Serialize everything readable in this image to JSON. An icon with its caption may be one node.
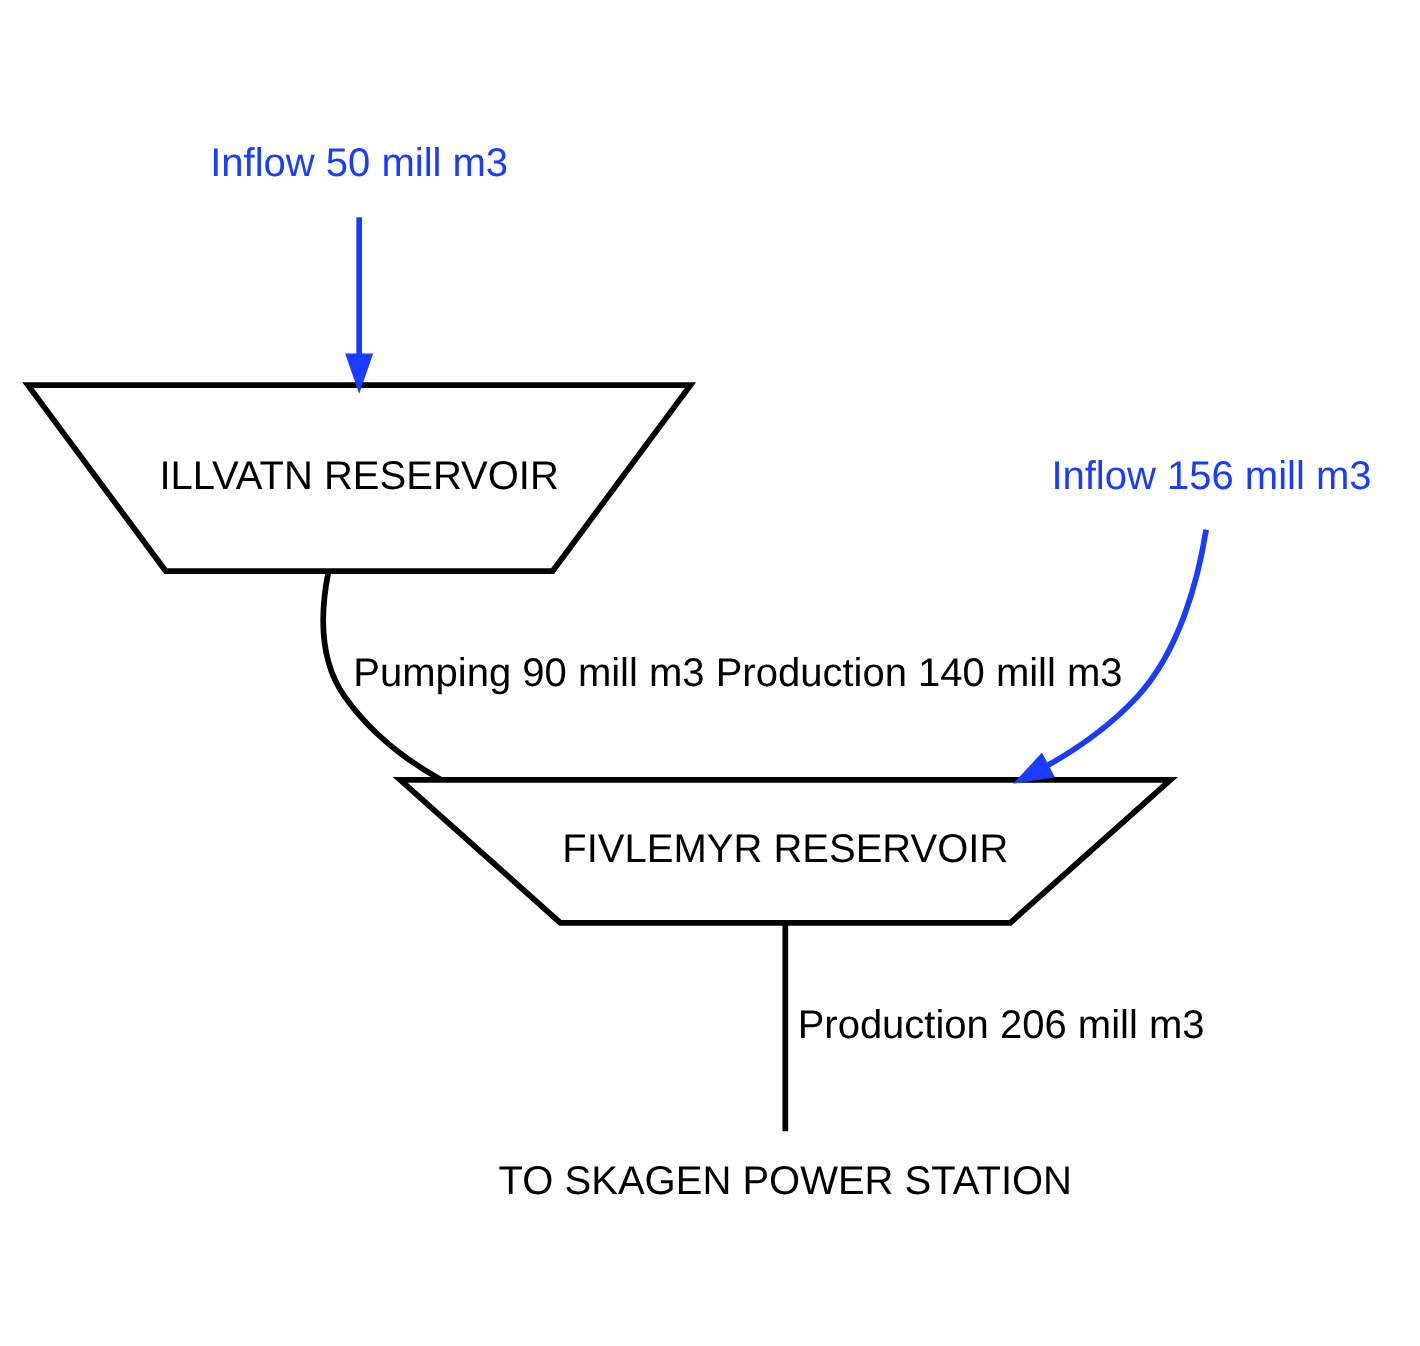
{
  "diagram": {
    "nodes": [
      {
        "text": [
          "Inflow 50 mill m3"
        ]
      },
      {
        "text": [
          "ILLVATN RESERVOIR"
        ]
      },
      {
        "text": [
          "Inflow 156 mill m3"
        ]
      },
      {
        "text": [
          "FIVLEMYR RESERVOIR"
        ]
      },
      {
        "text": [
          "TO SKAGEN POWER STATION"
        ]
      }
    ],
    "edges": [
      {
        "from": 0,
        "to": 1,
        "arrow": "to",
        "color": "#1a3cff"
      },
      {
        "from": 1,
        "to": 3,
        "arrow": "none",
        "label": "Pumping 90 mill m3 Production 140 mill m3",
        "color": "#000000"
      },
      {
        "from": 2,
        "to": 3,
        "arrow": "to",
        "color": "#1a3cff"
      },
      {
        "from": 3,
        "to": 4,
        "arrow": "none",
        "label": "Production 206 mill m3",
        "color": "#000000"
      }
    ]
  }
}
